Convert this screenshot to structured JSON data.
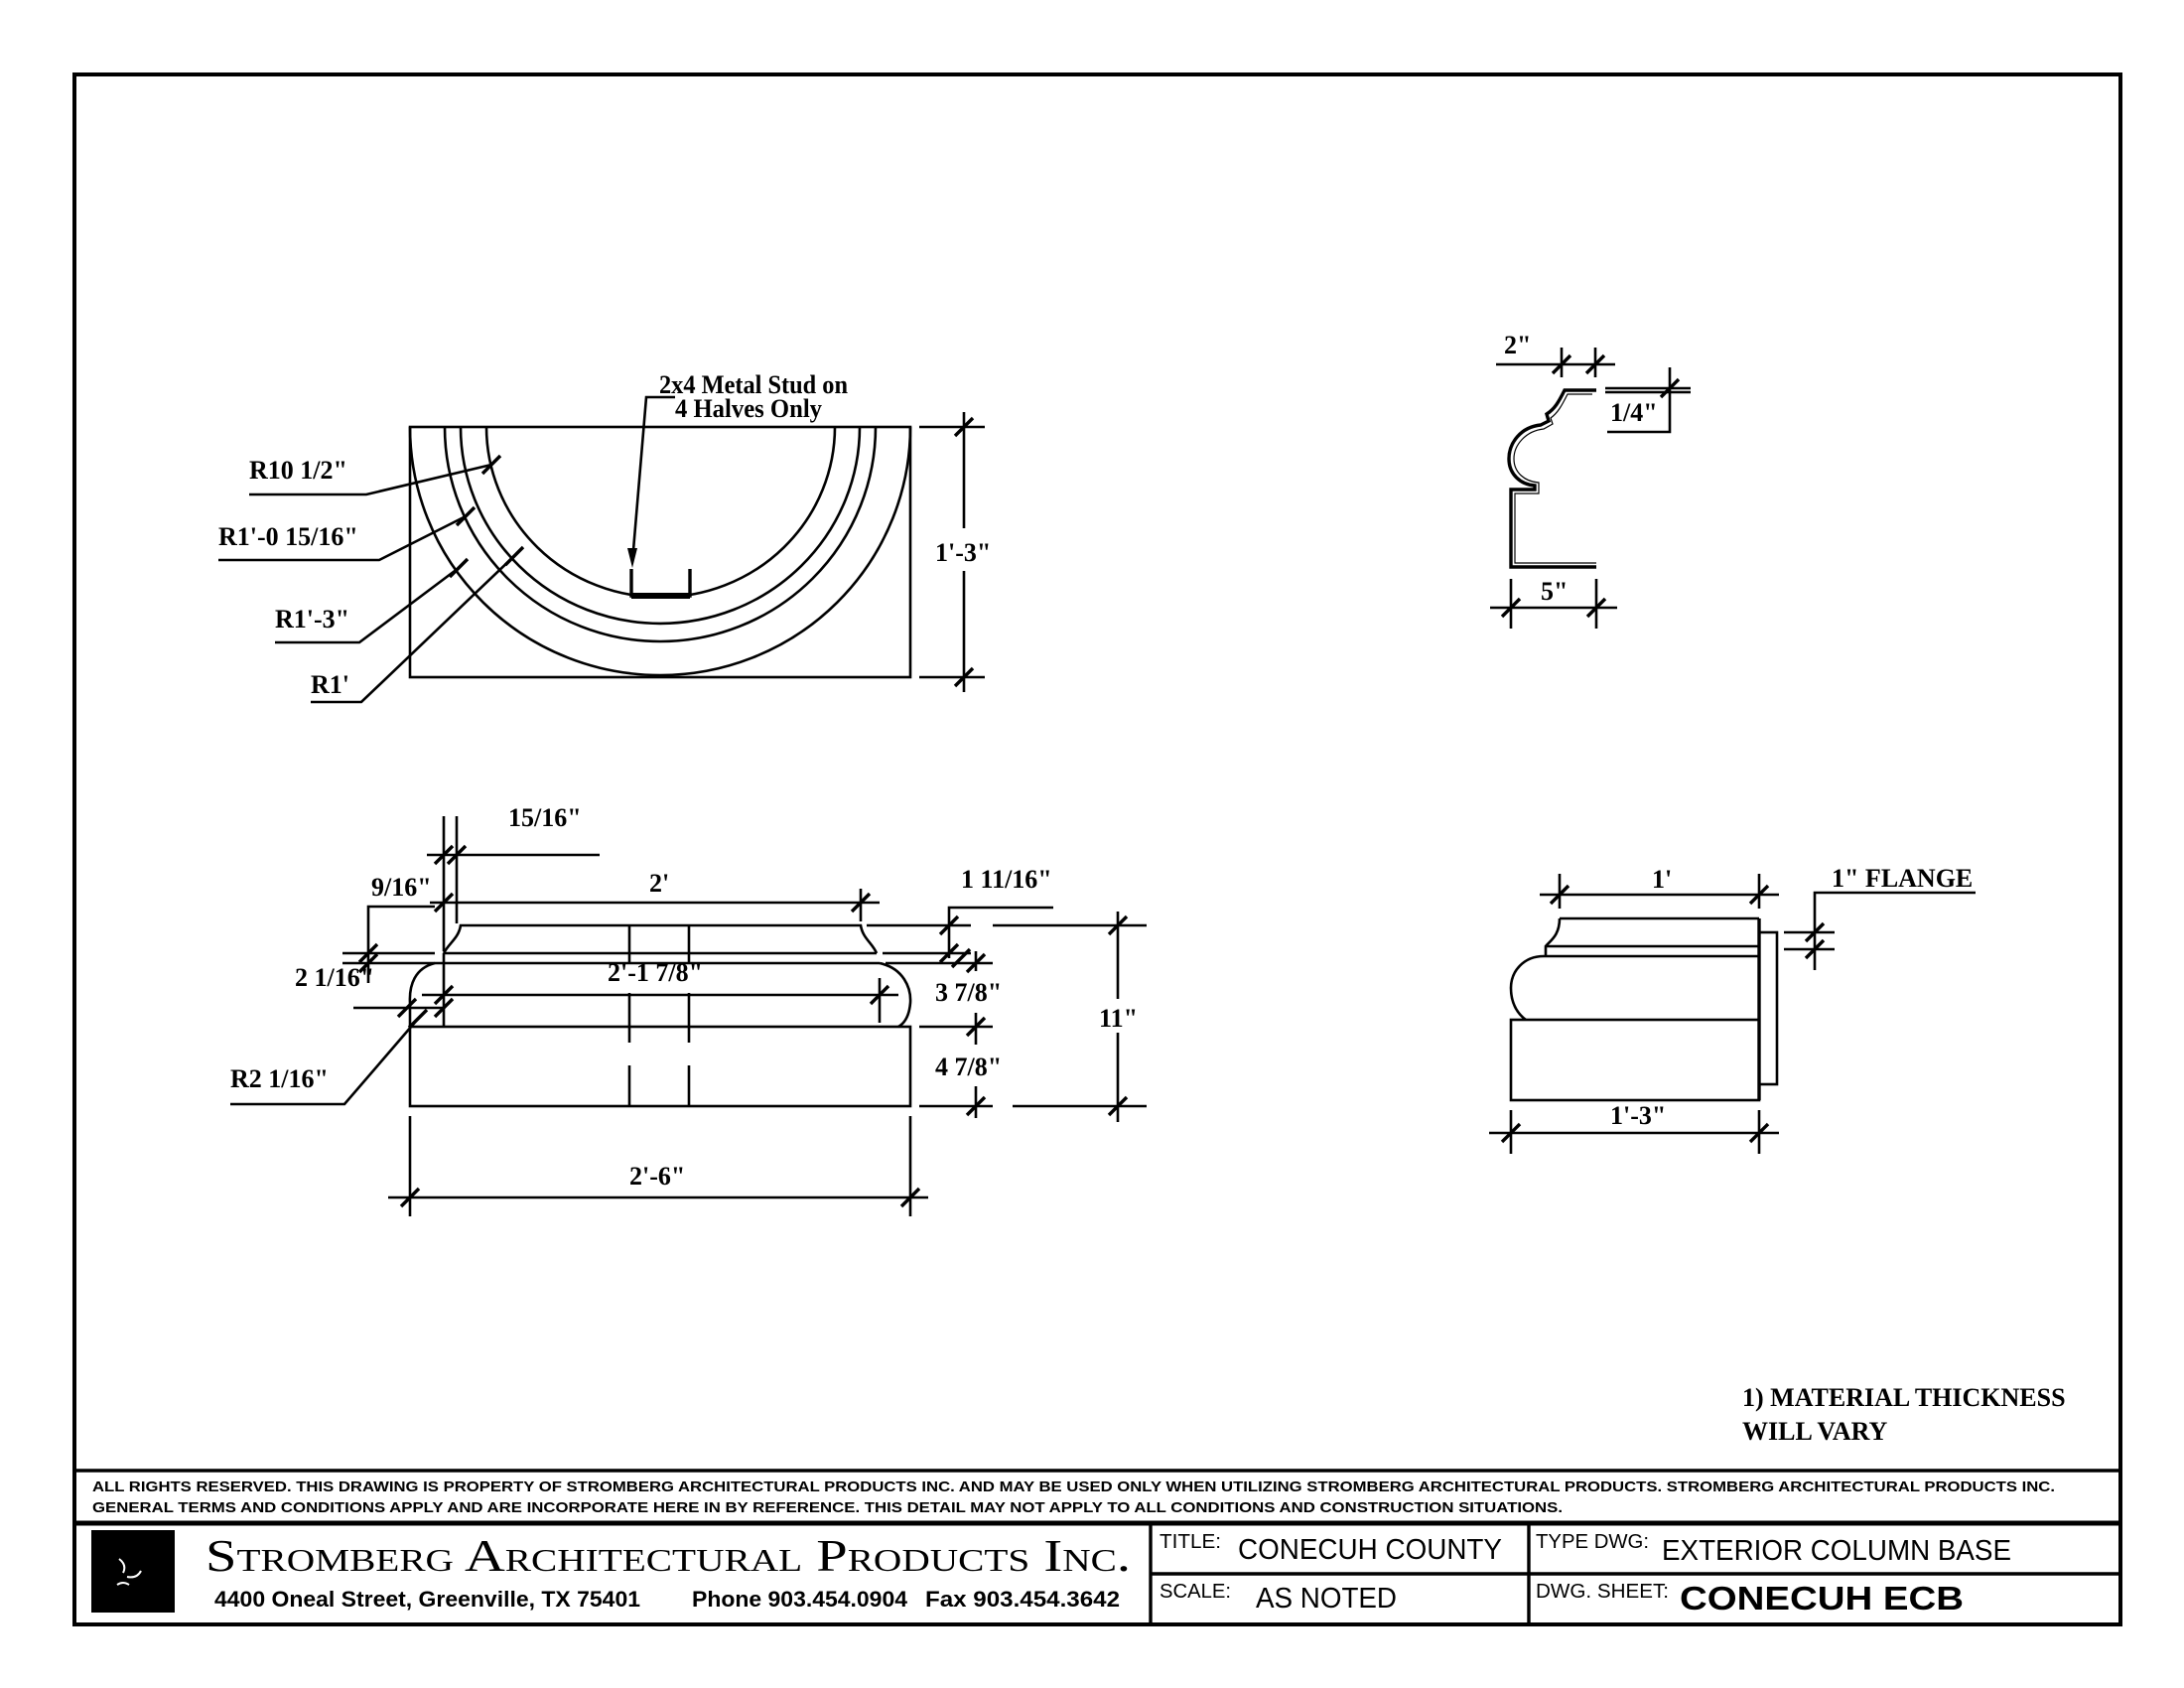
{
  "plan_view": {
    "stud_note_line1": "2x4 Metal Stud on",
    "stud_note_line2": "4 Halves Only",
    "r_inner": "R10 1/2\"",
    "r_mid": "R1'-0 15/16\"",
    "r_outer": "R1'-3\"",
    "r_one": "R1'",
    "height": "1'-3\""
  },
  "profile_view": {
    "top_width": "2\"",
    "thickness": "1/4\"",
    "bottom_width": "5\""
  },
  "elevation_view": {
    "d_15_16": "15/16\"",
    "d_9_16": "9/16\"",
    "d_2": "2'",
    "d_1_11_16": "1 11/16\"",
    "d_2_1_16": "2 1/16\"",
    "d_2_1_7_8": "2'-1 7/8\"",
    "d_3_7_8": "3 7/8\"",
    "d_4_7_8": "4 7/8\"",
    "d_11": "11\"",
    "r_2_1_16": "R2 1/16\"",
    "d_2_6": "2'-6\""
  },
  "side_view": {
    "top_width": "1'",
    "bottom_width": "1'-3\"",
    "flange": "1\" FLANGE"
  },
  "notes": {
    "line1": "1) MATERIAL THICKNESS",
    "line2": "WILL VARY"
  },
  "title_block": {
    "disclaimer_line1": "ALL RIGHTS RESERVED. THIS DRAWING IS PROPERTY OF STROMBERG ARCHITECTURAL PRODUCTS INC. AND MAY BE USED ONLY WHEN UTILIZING STROMBERG ARCHITECTURAL PRODUCTS.  STROMBERG ARCHITECTURAL PRODUCTS INC.",
    "disclaimer_line2": "GENERAL TERMS AND CONDITIONS APPLY AND ARE INCORPORATE HERE IN BY REFERENCE.  THIS DETAIL MAY NOT APPLY TO ALL CONDITIONS AND CONSTRUCTION SITUATIONS.",
    "company_name": "Stromberg Architectural Products Inc.",
    "address": "4400 Oneal Street, Greenville, TX  75401",
    "phone": "Phone 903.454.0904",
    "fax": "Fax 903.454.3642",
    "title_label": "TITLE:",
    "title_value": "CONECUH COUNTY",
    "scale_label": "SCALE:",
    "scale_value": "AS NOTED",
    "type_label": "TYPE DWG:",
    "type_value": "EXTERIOR COLUMN BASE",
    "sheet_label": "DWG. SHEET:",
    "sheet_value": "CONECUH ECB"
  }
}
